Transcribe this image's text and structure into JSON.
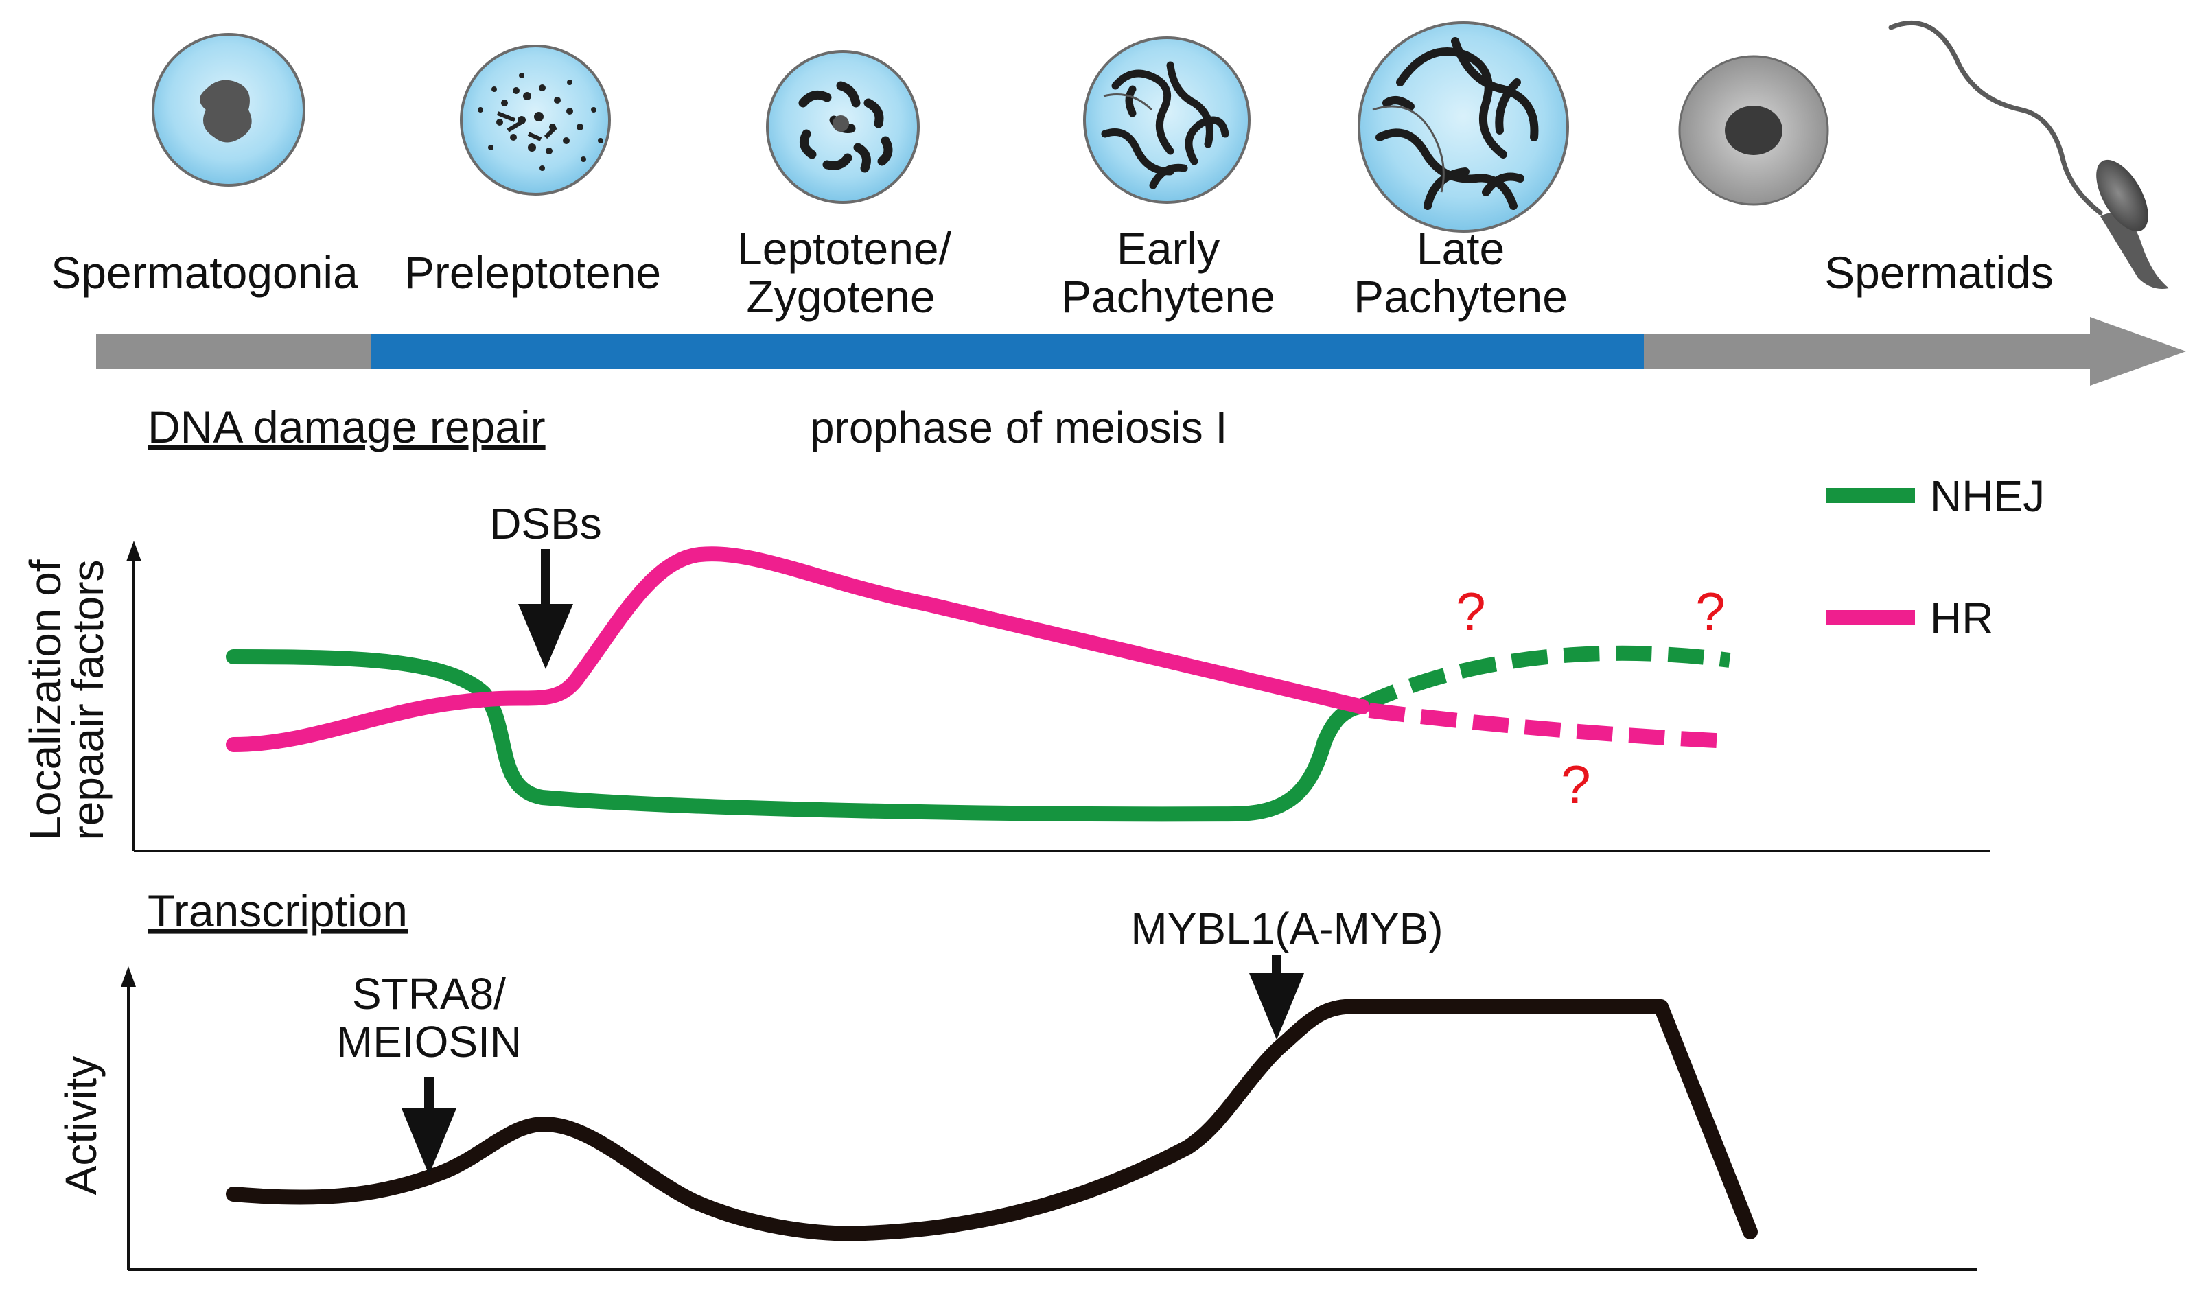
{
  "stages": {
    "spermatogonia": "Spermatogonia",
    "preleptotene": "Preleptotene",
    "leptotene_line1": "Leptotene/",
    "leptotene_line2": "Zygotene",
    "early_line1": "Early",
    "early_line2": "Pachytene",
    "late_line1": "Late",
    "late_line2": "Pachytene",
    "spermatids": "Spermatids"
  },
  "timeline": {
    "phase_label": "prophase of meiosis I",
    "gray_color": "#8f8f8f",
    "blue_color": "#1a75bc"
  },
  "dna_repair": {
    "heading": "DNA damage repair",
    "y_axis_line1": "Localization of",
    "y_axis_line2": "repaair factors",
    "event_label": "DSBs",
    "legend": {
      "nhej_label": "NHEJ",
      "hr_label": "HR",
      "nhej_color": "#15943f",
      "hr_color": "#ef1f8e"
    },
    "unknown_marker": "?"
  },
  "transcription": {
    "heading": "Transcription",
    "y_axis": "Activity",
    "stra8_line1": "STRA8/",
    "stra8_line2": "MEIOSIN",
    "mybl1_label": "MYBL1(A-MYB)"
  }
}
